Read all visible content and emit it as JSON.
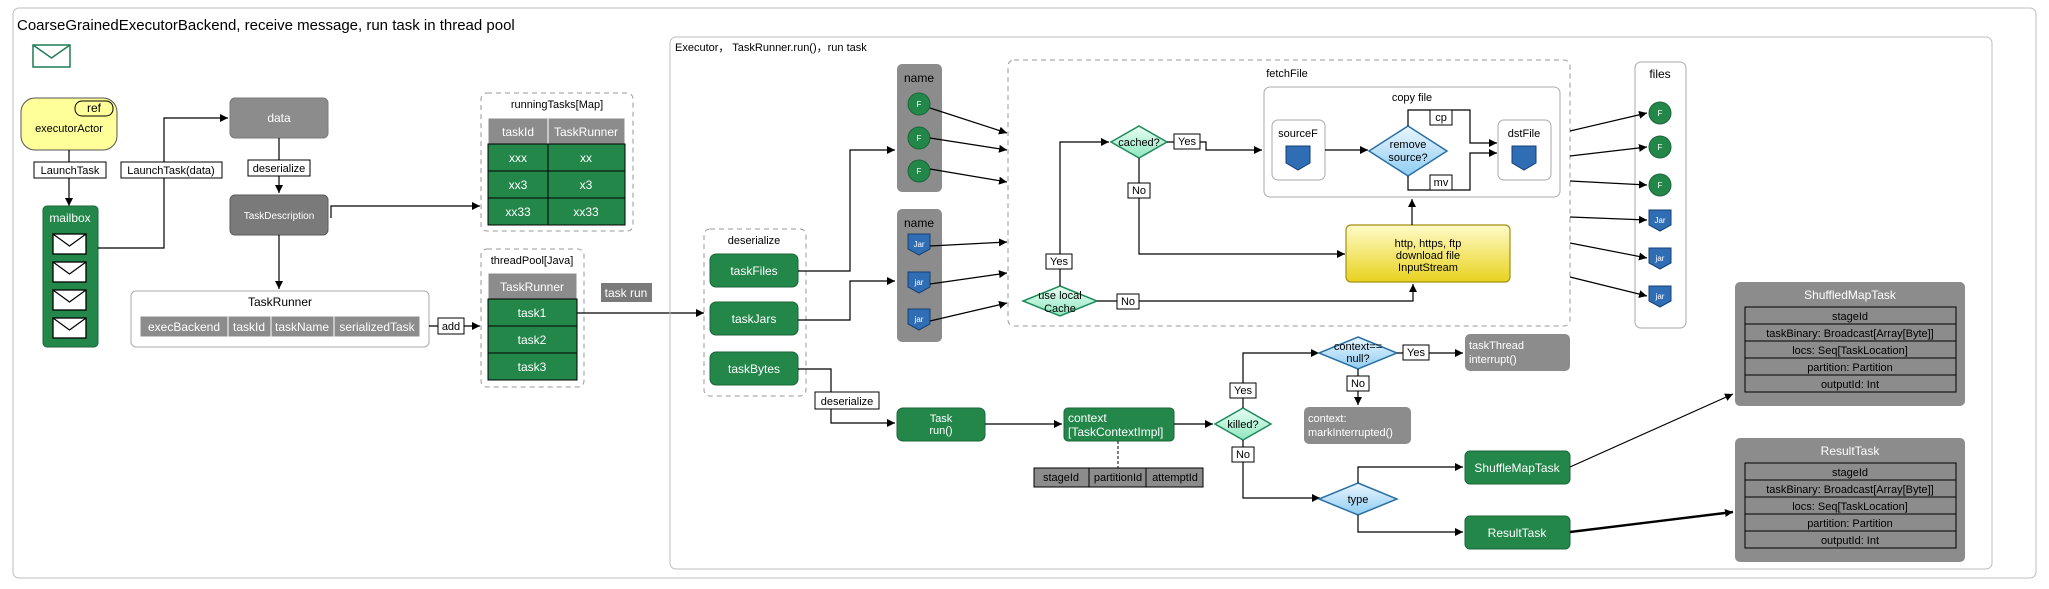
{
  "title": "CoarseGrainedExecutorBackend,   receive message, run task in thread pool",
  "executor_actor": {
    "ref": "ref",
    "label": "executorActor"
  },
  "mailbox": {
    "label": "mailbox"
  },
  "edges": {
    "launch_task": "LaunchTask",
    "launch_task_data": "LaunchTask(data)",
    "deserialize": "deserialize",
    "add": "add",
    "task_run": "task run",
    "deserialize2": "deserialize",
    "yes": "Yes",
    "no": "No",
    "cp": "cp",
    "mv": "mv"
  },
  "data_box": "data",
  "task_description": "TaskDescription",
  "task_runner": {
    "title": "TaskRunner",
    "fields": [
      "execBackend",
      "taskId",
      "taskName",
      "serializedTask"
    ]
  },
  "running_tasks": {
    "title": "runningTasks[Map]",
    "headers": [
      "taskId",
      "TaskRunner"
    ],
    "rows": [
      [
        "xxx",
        "xx"
      ],
      [
        "xx3",
        "x3"
      ],
      [
        "xx33",
        "xx33"
      ]
    ]
  },
  "thread_pool": {
    "title": "threadPool[Java]",
    "header": "TaskRunner",
    "rows": [
      "task1",
      "task2",
      "task3"
    ]
  },
  "executor": {
    "title": "Executor， TaskRunner.run()，run task"
  },
  "deserialize_group": {
    "title": "deserialize",
    "items": [
      "taskFiles",
      "taskJars",
      "taskBytes"
    ]
  },
  "name_files": {
    "title": "name",
    "items": [
      "F",
      "F",
      "F"
    ]
  },
  "name_jars": {
    "title": "name",
    "items": [
      "Jar",
      "jar",
      "jar"
    ]
  },
  "fetch_file": {
    "title": "fetchFile"
  },
  "copy_file": {
    "title": "copy file",
    "source": "sourceF",
    "remove": [
      "remove",
      "source?"
    ],
    "dst": "dstFile"
  },
  "cached": "cached?",
  "use_local_cache": [
    "use local",
    "Cache"
  ],
  "download": [
    "http, https, ftp",
    "download file",
    "InputStream"
  ],
  "files": {
    "title": "files",
    "items": [
      "F",
      "F",
      "F",
      "Jar",
      "jar",
      "jar"
    ]
  },
  "task_run_box": [
    "Task",
    "run()"
  ],
  "context_box": [
    "context",
    "[TaskContextImpl]"
  ],
  "context_fields": [
    "stageId",
    "partitionId",
    "attemptId"
  ],
  "killed": "killed?",
  "context_null": [
    "context==",
    "null?"
  ],
  "task_thread_interrupt": [
    "taskThread",
    "interrupt()"
  ],
  "context_mark": [
    "context:",
    "markInterrupted()"
  ],
  "type": "type",
  "shuffle_map_task_box": "ShuffleMapTask",
  "result_task_box": "ResultTask",
  "shuffled_map_task": {
    "title": "ShuffledMapTask",
    "fields": [
      "stageId",
      "taskBinary: Broadcast[Array[Byte]]",
      "locs: Seq[TaskLocation]",
      "partition: Partition",
      "outputId: Int"
    ]
  },
  "result_task": {
    "title": "ResultTask",
    "fields": [
      "stageId",
      "taskBinary: Broadcast[Array[Byte]]",
      "locs: Seq[TaskLocation]",
      "partition: Partition",
      "outputId: Int"
    ]
  },
  "colors": {
    "green": "#23874a",
    "gray": "#8c8c8c",
    "yellow": "#ffff99",
    "download_yellow": "#f2e13a",
    "mint": "#bff5dd",
    "light_blue": "#bfe3f8",
    "blue_icon": "#2f6eb5"
  }
}
